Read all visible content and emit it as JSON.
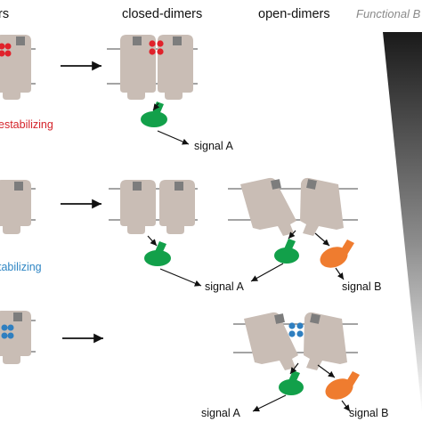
{
  "headers": {
    "monomers_fragment": "rs",
    "closed_dimers": "closed-dimers",
    "open_dimers": "open-dimers",
    "functional_fragment": "Functional B"
  },
  "row_labels": {
    "row1": "estabilizing",
    "row2": "tabilizing"
  },
  "signals": {
    "row1_a": "signal A",
    "row2_a": "signal A",
    "row2_b": "signal B",
    "row3_a": "signal A",
    "row3_b": "signal B"
  },
  "colors": {
    "receptor": "#c9bdb5",
    "receptor_cap": "#7d7d7d",
    "membrane": "#6e6e6e",
    "ligand_red": "#e0222b",
    "ligand_blue": "#2f7fc0",
    "effector_green": "#12a04a",
    "effector_orange": "#ef7c2f",
    "label_red": "#d4232a",
    "label_blue": "#2f86c4",
    "gradient_dark": "#1a1a1a",
    "gradient_light": "#ffffff"
  }
}
